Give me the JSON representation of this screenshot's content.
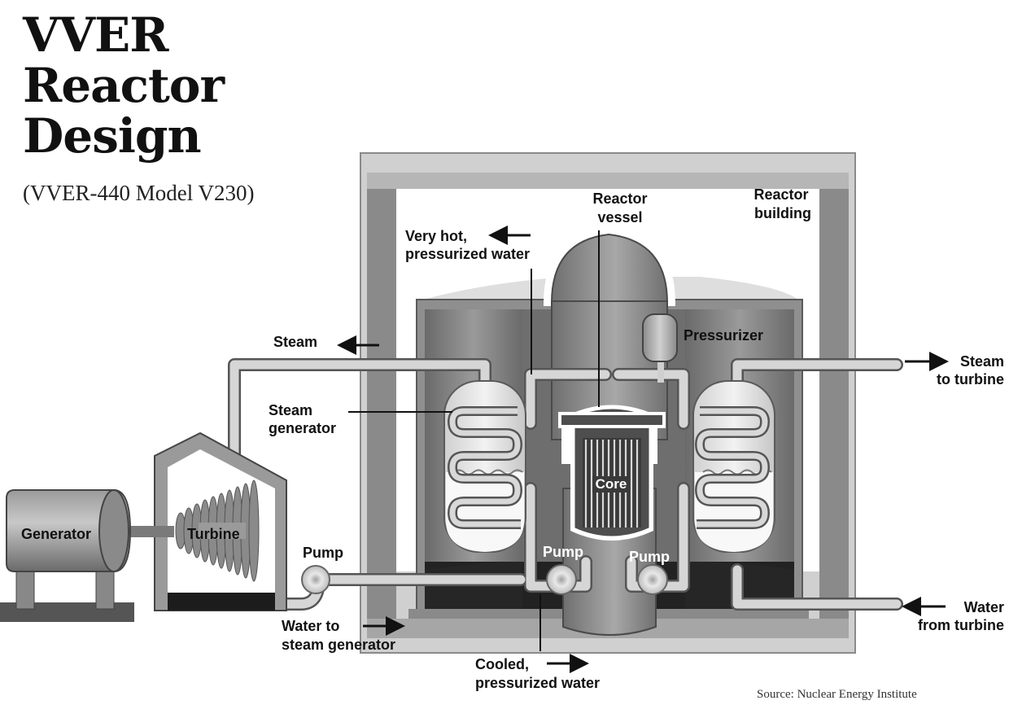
{
  "title": {
    "line1": "VVER",
    "line2": "Reactor",
    "line3": "Design"
  },
  "subtitle": "(VVER-440 Model V230)",
  "source": "Source: Nuclear Energy Institute",
  "labels": {
    "reactor_vessel_1": "Reactor",
    "reactor_vessel_2": "vessel",
    "reactor_building_1": "Reactor",
    "reactor_building_2": "building",
    "very_hot_1": "Very hot,",
    "very_hot_2": "pressurized water",
    "steam": "Steam",
    "pressurizer": "Pressurizer",
    "steam_to_turbine_1": "Steam",
    "steam_to_turbine_2": "to turbine",
    "steam_generator_1": "Steam",
    "steam_generator_2": "generator",
    "core": "Core",
    "generator": "Generator",
    "turbine": "Turbine",
    "pump_left": "Pump",
    "pump_inner_left": "Pump",
    "pump_inner_right": "Pump",
    "water_to_sg_1": "Water to",
    "water_to_sg_2": "steam generator",
    "water_from_turbine_1": "Water",
    "water_from_turbine_2": "from turbine",
    "cooled_1": "Cooled,",
    "cooled_2": "pressurized water"
  }
}
